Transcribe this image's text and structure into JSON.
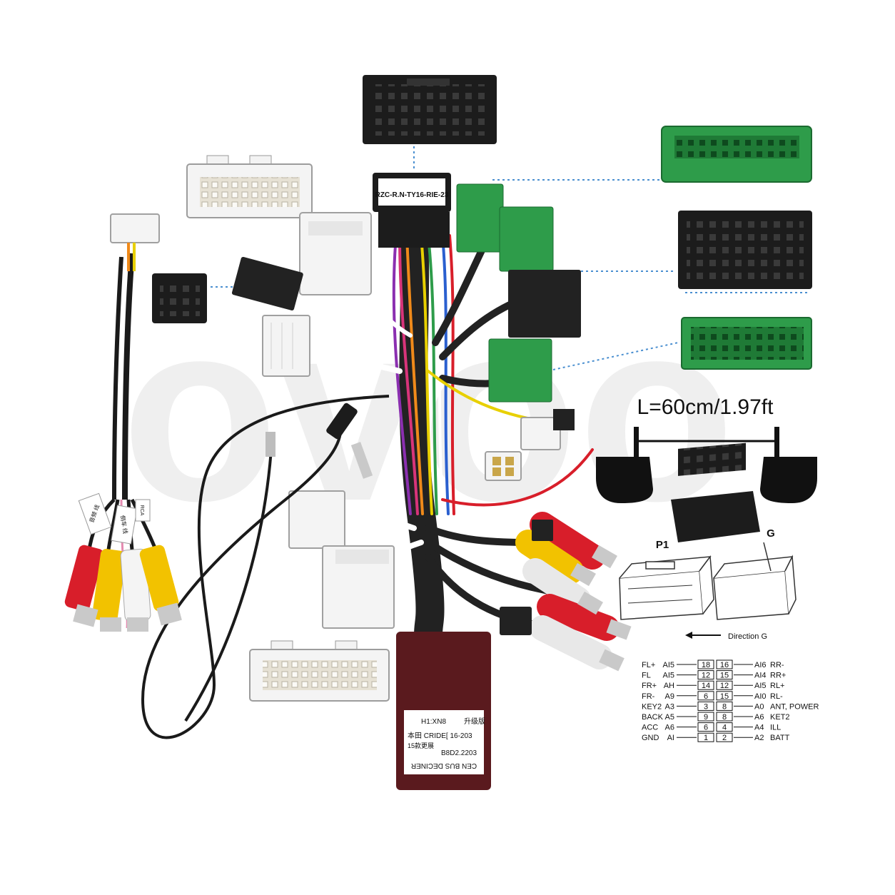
{
  "watermark": "ovoo",
  "module_top_label": "RZC-R.N-TY16-RIE-23",
  "length_label": "L=60cm/1.97ft",
  "connector_labels": {
    "p1": "P1",
    "g": "G"
  },
  "direction_label": "Direction G",
  "decoder_label": {
    "line1": "H1:XN8",
    "line1_right": "升级版",
    "line2": "本田 CRIDE[ 16-203",
    "line3": "15款更展",
    "line3_right": "B8D2.2203",
    "line4": "CEN BUS DECINER"
  },
  "tag_labels": {
    "tag_a": "音频 线",
    "tag_b": "倒车 线",
    "tag_c": "RCA"
  },
  "colors": {
    "green": "#2e9c4a",
    "black": "#2a2a2a",
    "white_connector": "#f3f3f3",
    "decoder": "#5a1a1e",
    "rca_red": "#d81e2a",
    "rca_yellow": "#f2c200",
    "rca_white": "#f4f4f4"
  },
  "pinout": {
    "left_names": [
      "FL+",
      "FL",
      "FR+",
      "FR-",
      "KEY2",
      "BACK",
      "ACC",
      "GND"
    ],
    "left_codes": [
      "AI5",
      "AI5",
      "AH",
      "A9",
      "A3",
      "A5",
      "A6",
      "AI"
    ],
    "left_pins": [
      "18",
      "12",
      "14",
      "6",
      "3",
      "9",
      "6",
      "1"
    ],
    "right_pins": [
      "16",
      "15",
      "12",
      "15",
      "8",
      "8",
      "4",
      "2"
    ],
    "right_codes": [
      "AI6",
      "AI4",
      "AI5",
      "AI0",
      "A0",
      "A6",
      "A4",
      "A2"
    ],
    "right_names": [
      "RR-",
      "RR+",
      "RL+",
      "RL-",
      "ANT, POWER",
      "KET2",
      "ILL",
      "BATT"
    ]
  }
}
